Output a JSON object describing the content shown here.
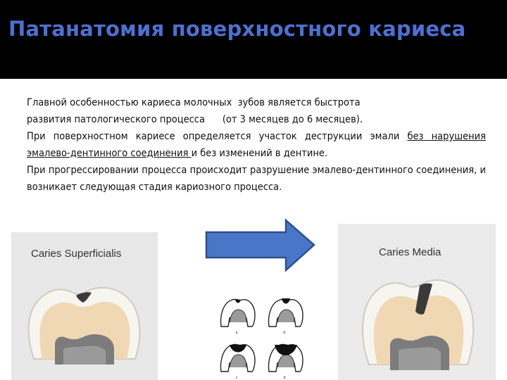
{
  "slide": {
    "title": "Патанатомия поверхностного кариеса",
    "line1": "Главной особенностью кариеса молочных  зубов является быстрота",
    "line2": "развития патологического процесса      (от 3 месяцев до 6 месяцев).",
    "p2_prefix": "При поверхностном кариесе определяется участок деструкции эмали ",
    "p2_underlined": "без нарушения эмалево-дентинного соединения ",
    "p2_suffix": "и без изменений в дентине.",
    "p3": "При прогрессировании процесса происходит разрушение эмалево-дентинного соединения, и возникает следующая стадия кариозного процесса."
  },
  "figures": {
    "left_label": "Caries Superficialis",
    "right_label": "Caries Media",
    "sample_marks": [
      "a",
      "b",
      "c",
      "d"
    ]
  },
  "colors": {
    "title": "#4f6fd1",
    "arrow_fill": "#4a76c7",
    "arrow_stroke": "#2f4f8f",
    "enamel": "#f7f5ef",
    "dentin": "#f0d8b4",
    "pulp": "#7c7c7c",
    "caries": "#3a3a3a"
  },
  "icons": {
    "arrow": "right-arrow-icon"
  }
}
